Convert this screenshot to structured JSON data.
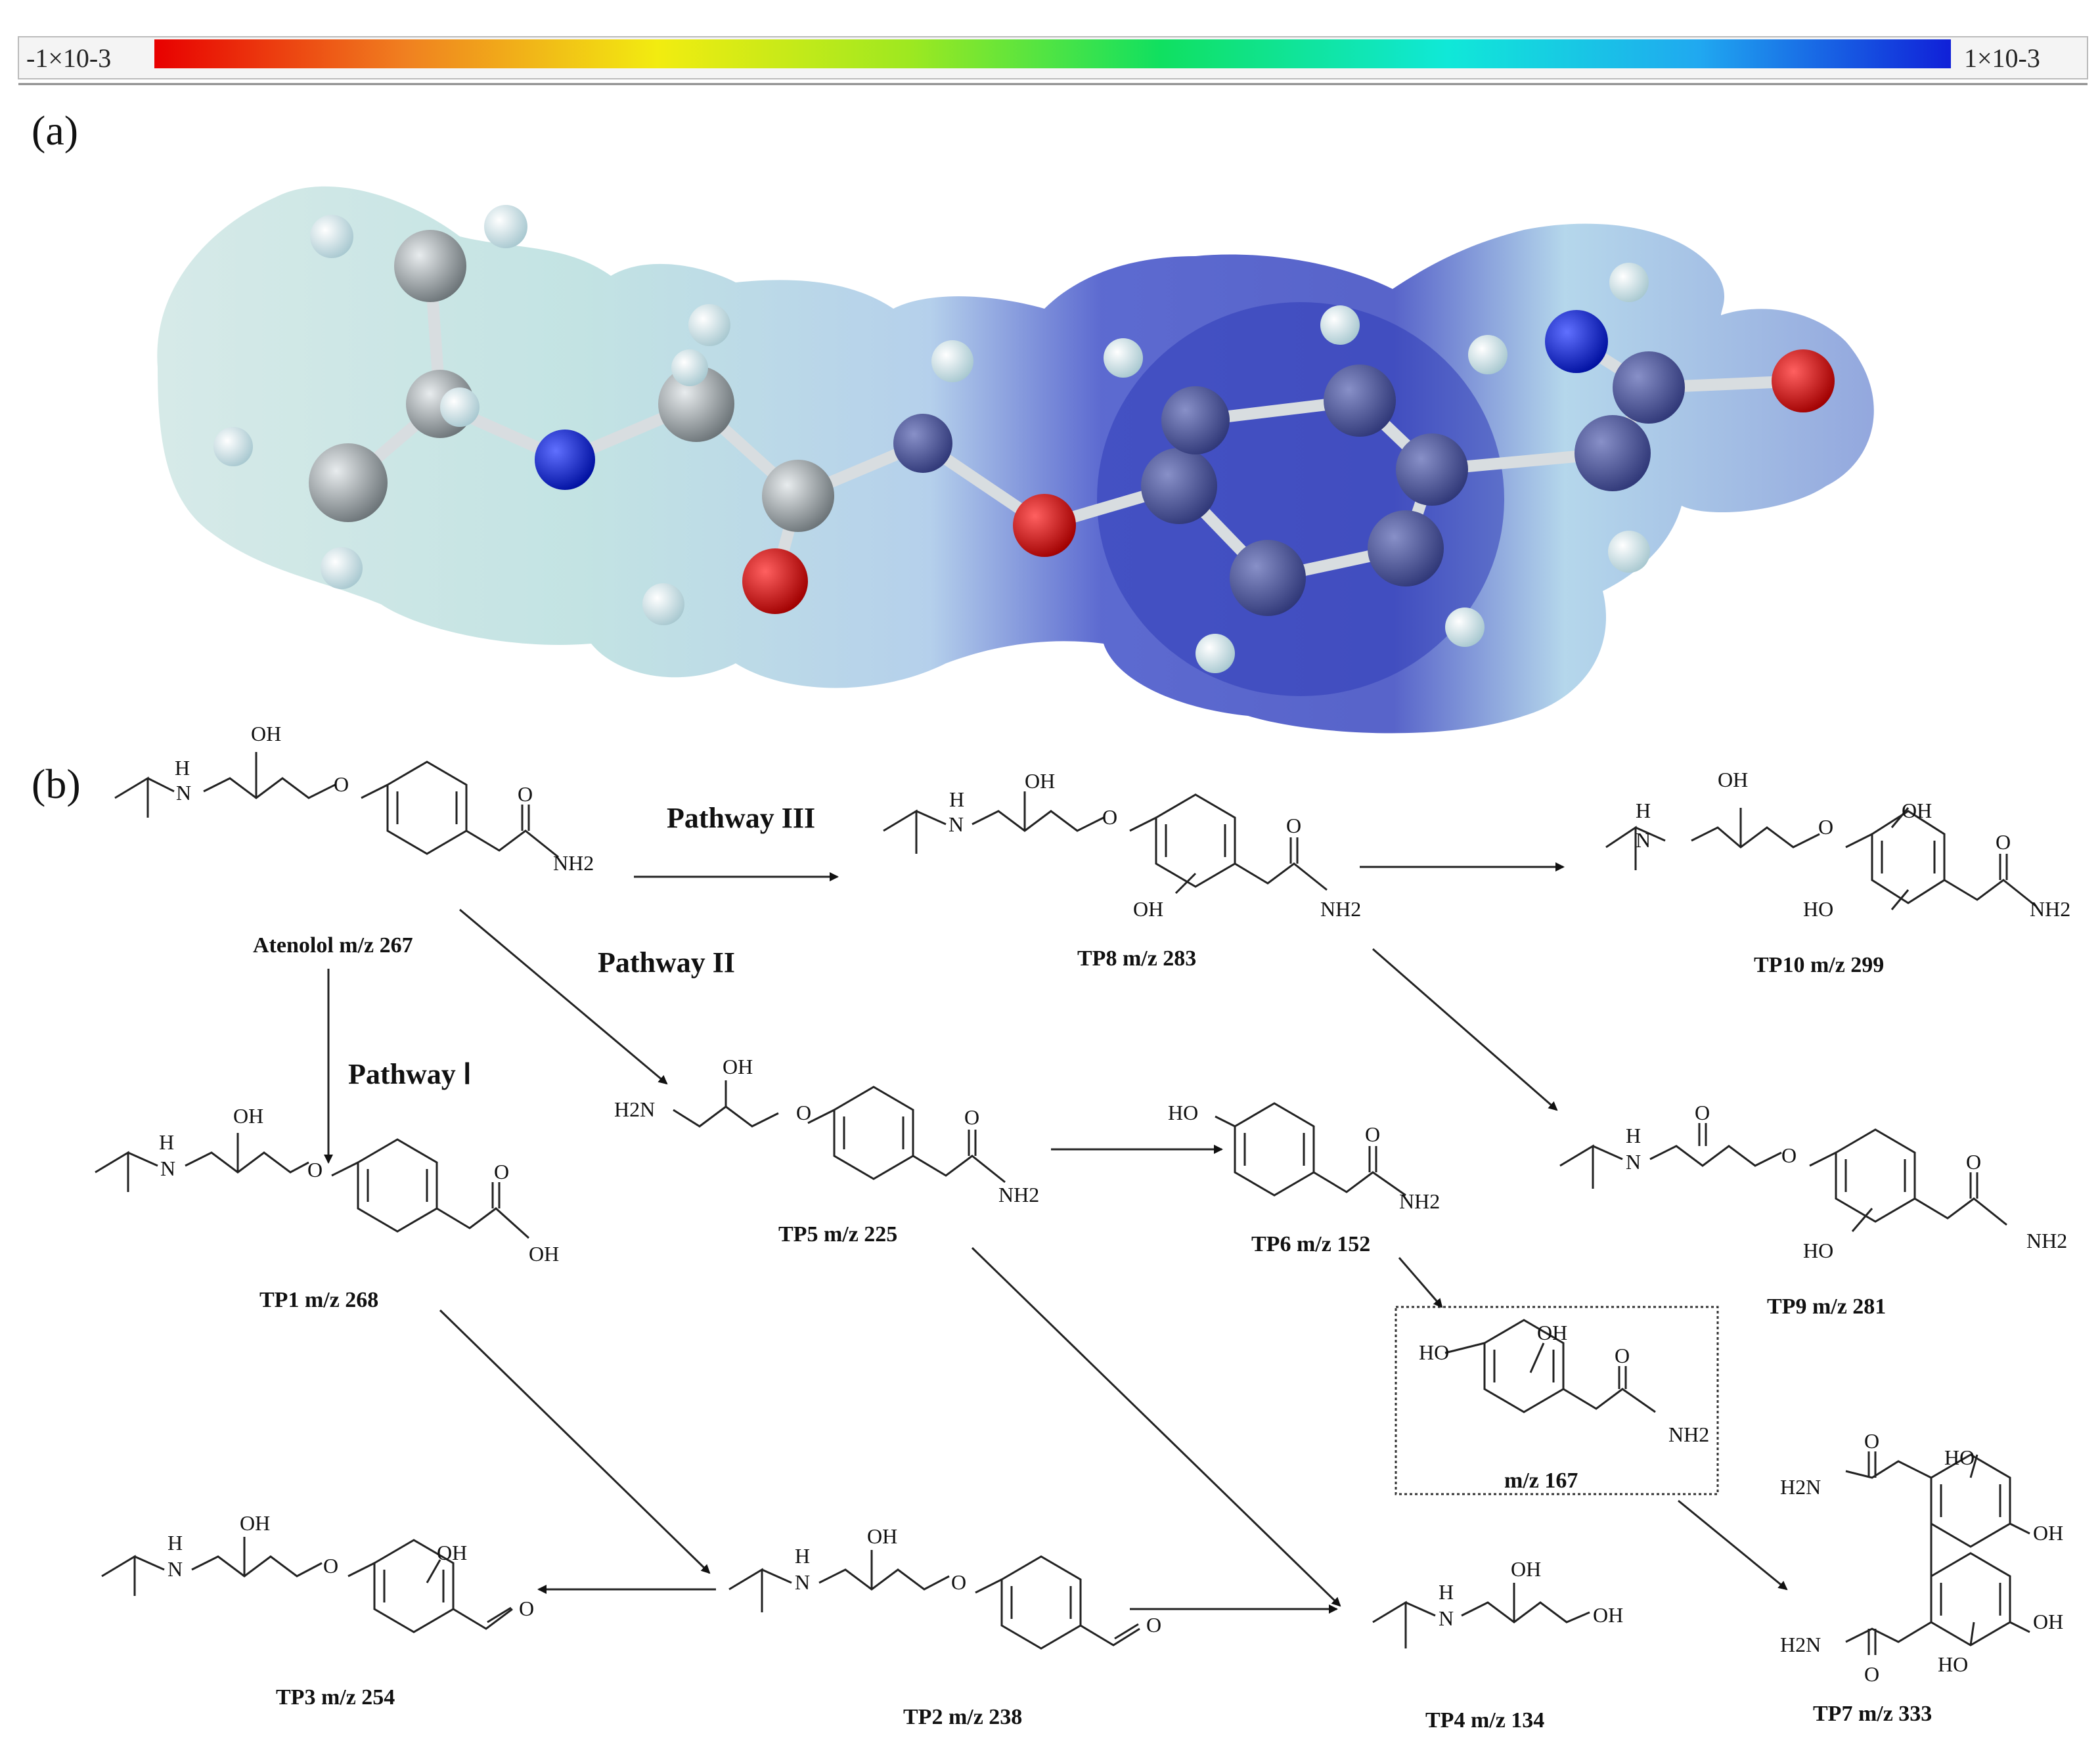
{
  "colorbar": {
    "min_label": "-1×10-3",
    "max_label": "1×10-3",
    "colors": [
      "#e80000",
      "#f08020",
      "#f2ec10",
      "#9ee820",
      "#10e060",
      "#10e8d8",
      "#20a8f0",
      "#1020d8"
    ]
  },
  "panel_a": {
    "label": "(a)"
  },
  "panel_b": {
    "label": "(b)",
    "pathways": {
      "p1": "Pathway Ⅰ",
      "p2": "Pathway II",
      "p3": "Pathway III"
    },
    "molecules": {
      "atenolol": "Atenolol m/z 267",
      "tp1": "TP1 m/z 268",
      "tp2": "TP2 m/z 238",
      "tp3": "TP3 m/z 254",
      "tp4": "TP4 m/z 134",
      "tp5": "TP5 m/z 225",
      "tp6": "TP6 m/z 152",
      "mz167": "m/z 167",
      "tp7": "TP7 m/z 333",
      "tp8": "TP8 m/z 283",
      "tp9": "TP9 m/z 281",
      "tp10": "TP10 m/z 299"
    },
    "atoms": {
      "oh": "OH",
      "ho": "HO",
      "o": "O",
      "nh2": "NH2",
      "h2n": "H2N",
      "h": "H",
      "n": "N"
    }
  }
}
